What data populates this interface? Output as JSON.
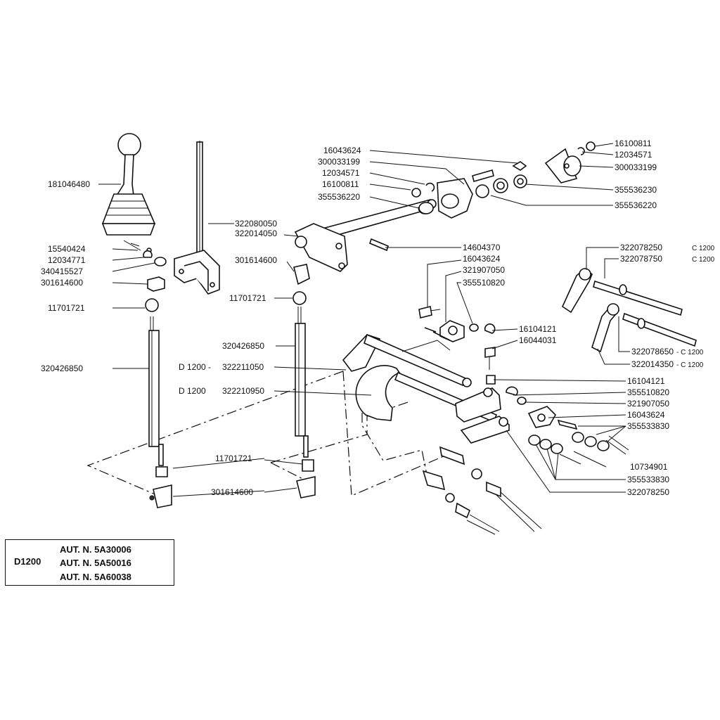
{
  "parts": [
    {
      "id": "p1",
      "number": "181046480"
    },
    {
      "id": "p2",
      "number": "322080050"
    },
    {
      "id": "p3",
      "number": "322014050"
    },
    {
      "id": "p4",
      "number": "15540424"
    },
    {
      "id": "p5",
      "number": "12034771"
    },
    {
      "id": "p6",
      "number": "340415527"
    },
    {
      "id": "p7",
      "number": "301614600"
    },
    {
      "id": "p8",
      "number": "11701721"
    },
    {
      "id": "p9",
      "number": "320426850"
    },
    {
      "id": "p10",
      "number": "301614600"
    },
    {
      "id": "p11",
      "number": "11701721"
    },
    {
      "id": "p12",
      "number": "320426850"
    },
    {
      "id": "p13",
      "number": "322211050",
      "prefix": "D 1200 -"
    },
    {
      "id": "p14",
      "number": "322210950",
      "prefix": "D 1200"
    },
    {
      "id": "p15",
      "number": "11701721"
    },
    {
      "id": "p16",
      "number": "301614600"
    },
    {
      "id": "p17",
      "number": "16043624"
    },
    {
      "id": "p18",
      "number": "300033199"
    },
    {
      "id": "p19",
      "number": "12034571"
    },
    {
      "id": "p20",
      "number": "16100811"
    },
    {
      "id": "p21",
      "number": "355536220"
    },
    {
      "id": "p22",
      "number": "16100811"
    },
    {
      "id": "p23",
      "number": "12034571"
    },
    {
      "id": "p24",
      "number": "300033199"
    },
    {
      "id": "p25",
      "number": "355536230"
    },
    {
      "id": "p26",
      "number": "355536220"
    },
    {
      "id": "p27",
      "number": "14604370"
    },
    {
      "id": "p28",
      "number": "16043624"
    },
    {
      "id": "p29",
      "number": "321907050"
    },
    {
      "id": "p30",
      "number": "355510820"
    },
    {
      "id": "p31",
      "number": "16104121"
    },
    {
      "id": "p32",
      "number": "16044031"
    },
    {
      "id": "p33",
      "number": "322078250",
      "suffix": "C 1200"
    },
    {
      "id": "p34",
      "number": "322078750",
      "suffix": "C 1200"
    },
    {
      "id": "p35",
      "number": "322078650",
      "suffix": "- C 1200"
    },
    {
      "id": "p36",
      "number": "322014350",
      "suffix": "- C 1200"
    },
    {
      "id": "p37",
      "number": "16104121"
    },
    {
      "id": "p38",
      "number": "355510820"
    },
    {
      "id": "p39",
      "number": "321907050"
    },
    {
      "id": "p40",
      "number": "16043624"
    },
    {
      "id": "p41",
      "number": "355533830"
    },
    {
      "id": "p42",
      "number": "10734901"
    },
    {
      "id": "p43",
      "number": "355533830"
    },
    {
      "id": "p44",
      "number": "322078250"
    }
  ],
  "info_box": {
    "model": "D1200",
    "lines": [
      "AUT. N. 5A30006",
      "AUT. N. 5A50016",
      "AUT. N. 5A60038"
    ]
  }
}
